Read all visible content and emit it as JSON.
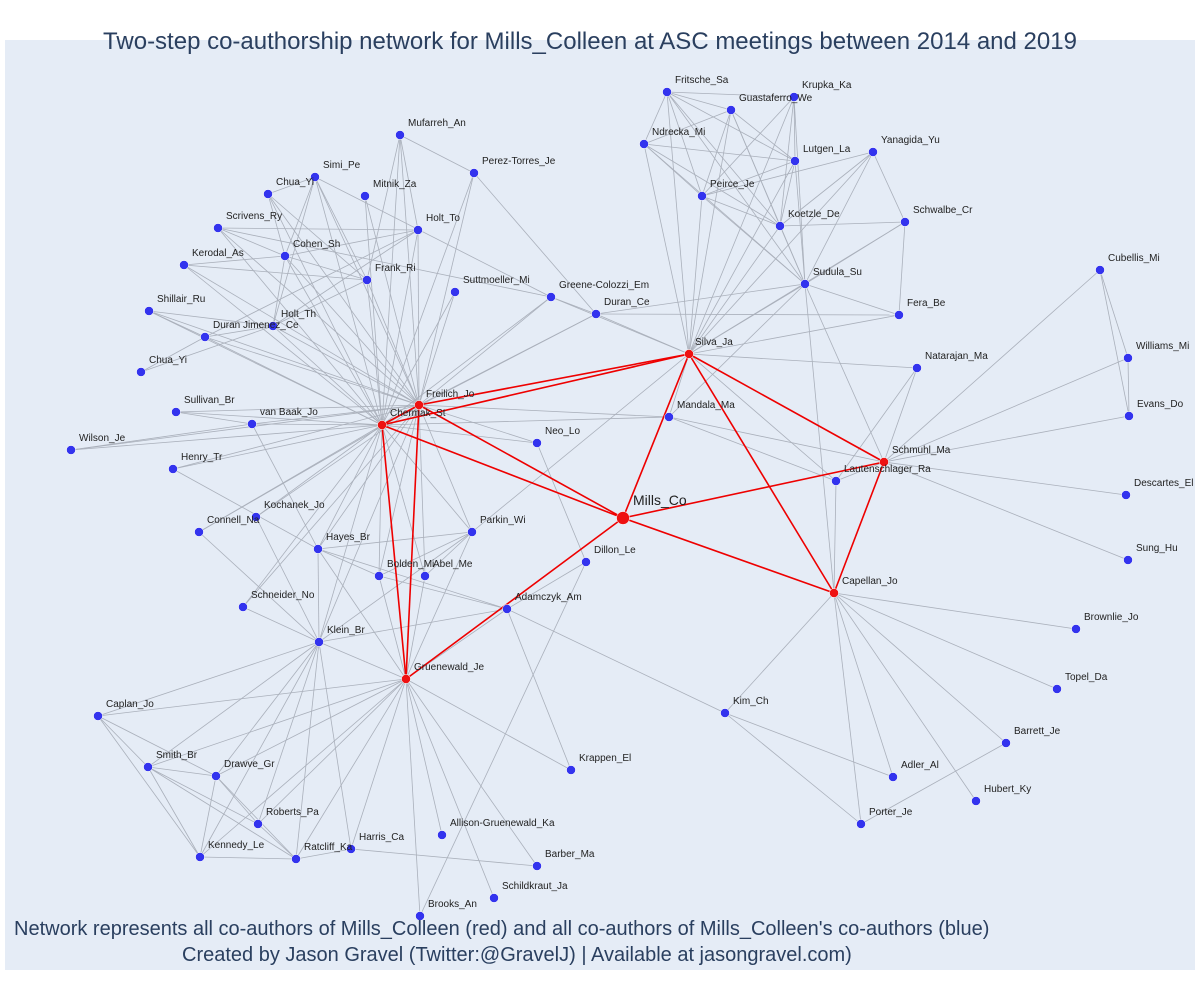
{
  "title": "Two-step co-authorship network for Mills_Colleen at ASC meetings between 2014 and 2019",
  "footer": {
    "line1": "Network represents all co-authors of Mills_Colleen (red) and all co-authors of Mills_Colleen's co-authors (blue)",
    "line2": "Created by Jason Gravel (Twitter:@GravelJ) | Available at jasongravel.com)"
  },
  "colors": {
    "background": "#e5ecf6",
    "red_node": "#ee1111",
    "blue_node": "#3333ee",
    "red_edge": "#ee0000",
    "gray_edge": "#aab0bb",
    "text": "#2a3f5f"
  },
  "network": {
    "center": "Mills_Co",
    "red_nodes": [
      "Chermak_St",
      "Freilich_Jo",
      "Silva_Ja",
      "Schmuhl_Ma",
      "Capellan_Jo",
      "Gruenewald_Je"
    ],
    "red_edges": [
      [
        "Mills_Co",
        "Chermak_St"
      ],
      [
        "Mills_Co",
        "Freilich_Jo"
      ],
      [
        "Mills_Co",
        "Silva_Ja"
      ],
      [
        "Mills_Co",
        "Schmuhl_Ma"
      ],
      [
        "Mills_Co",
        "Capellan_Jo"
      ],
      [
        "Mills_Co",
        "Gruenewald_Je"
      ],
      [
        "Chermak_St",
        "Freilich_Jo"
      ],
      [
        "Chermak_St",
        "Silva_Ja"
      ],
      [
        "Freilich_Jo",
        "Silva_Ja"
      ],
      [
        "Chermak_St",
        "Gruenewald_Je"
      ],
      [
        "Freilich_Jo",
        "Gruenewald_Je"
      ],
      [
        "Silva_Ja",
        "Schmuhl_Ma"
      ],
      [
        "Silva_Ja",
        "Capellan_Jo"
      ],
      [
        "Schmuhl_Ma",
        "Capellan_Jo"
      ]
    ],
    "groups": [
      {
        "hubs": [
          "Chermak_St",
          "Freilich_Jo"
        ],
        "members": [
          "Mufarreh_An",
          "Perez-Torres_Je",
          "Simi_Pe",
          "Chua_Yi",
          "Mitnik_Za",
          "Holt_To",
          "Scrivens_Ry",
          "Cohen_Sh",
          "Kerodal_As",
          "Frank_Ri",
          "Suttmoeller_Mi",
          "Shillair_Ru",
          "Holt_Th",
          "Duran Jimenez_Ce",
          "Chua_Yi",
          "Sullivan_Br",
          "van Baak_Jo",
          "Wilson_Je",
          "Henry_Tr",
          "Kochanek_Jo",
          "Connell_Na",
          "Hayes_Br",
          "Bolden_Mi",
          "Abel_Me",
          "Parkin_Wi",
          "Schneider_No",
          "Klein_Br",
          "Neo_Lo",
          "Mandala_Ma",
          "Greene-Colozzi_Em",
          "Duran_Ce"
        ]
      },
      {
        "hubs": [
          "Silva_Ja"
        ],
        "members": [
          "Fritsche_Sa",
          "Guastaferro_We",
          "Krupka_Ka",
          "Ndrecka_Mi",
          "Lutgen_La",
          "Yanagida_Yu",
          "Peirce_Je",
          "Koetzle_De",
          "Schwalbe_Cr",
          "Sudula_Su",
          "Fera_Be",
          "Greene-Colozzi_Em",
          "Duran_Ce",
          "Mandala_Ma",
          "Natarajan_Ma",
          "Lautenschlager_Ra",
          "Parkin_Wi"
        ]
      },
      {
        "hubs": [
          "Schmuhl_Ma"
        ],
        "members": [
          "Cubellis_Mi",
          "Williams_Mi",
          "Evans_Do",
          "Descartes_El",
          "Sung_Hu",
          "Natarajan_Ma",
          "Lautenschlager_Ra",
          "Mandala_Ma",
          "Sudula_Su"
        ]
      },
      {
        "hubs": [
          "Capellan_Jo"
        ],
        "members": [
          "Brownlie_Jo",
          "Topel_Da",
          "Barrett_Je",
          "Hubert_Ky",
          "Adler_Al",
          "Porter_Je",
          "Kim_Ch",
          "Lautenschlager_Ra",
          "Sudula_Su"
        ]
      },
      {
        "hubs": [
          "Gruenewald_Je"
        ],
        "members": [
          "Caplan_Jo",
          "Smith_Br",
          "Drawve_Gr",
          "Roberts_Pa",
          "Kennedy_Le",
          "Ratcliff_Ka",
          "Harris_Ca",
          "Allison-Gruenewald_Ka",
          "Barber_Ma",
          "Schildkraut_Ja",
          "Brooks_An",
          "Krappen_El",
          "Klein_Br",
          "Hayes_Br",
          "Bolden_Mi",
          "Abel_Me",
          "Adamczyk_Am",
          "Parkin_Wi"
        ]
      }
    ],
    "extra_edges": [
      [
        "Fritsche_Sa",
        "Guastaferro_We"
      ],
      [
        "Fritsche_Sa",
        "Krupka_Ka"
      ],
      [
        "Fritsche_Sa",
        "Ndrecka_Mi"
      ],
      [
        "Fritsche_Sa",
        "Lutgen_La"
      ],
      [
        "Fritsche_Sa",
        "Peirce_Je"
      ],
      [
        "Fritsche_Sa",
        "Koetzle_De"
      ],
      [
        "Fritsche_Sa",
        "Sudula_Su"
      ],
      [
        "Guastaferro_We",
        "Ndrecka_Mi"
      ],
      [
        "Guastaferro_We",
        "Lutgen_La"
      ],
      [
        "Guastaferro_We",
        "Peirce_Je"
      ],
      [
        "Guastaferro_We",
        "Koetzle_De"
      ],
      [
        "Guastaferro_We",
        "Sudula_Su"
      ],
      [
        "Krupka_Ka",
        "Lutgen_La"
      ],
      [
        "Krupka_Ka",
        "Koetzle_De"
      ],
      [
        "Krupka_Ka",
        "Sudula_Su"
      ],
      [
        "Krupka_Ka",
        "Peirce_Je"
      ],
      [
        "Ndrecka_Mi",
        "Peirce_Je"
      ],
      [
        "Ndrecka_Mi",
        "Koetzle_De"
      ],
      [
        "Ndrecka_Mi",
        "Sudula_Su"
      ],
      [
        "Ndrecka_Mi",
        "Lutgen_La"
      ],
      [
        "Lutgen_La",
        "Peirce_Je"
      ],
      [
        "Lutgen_La",
        "Koetzle_De"
      ],
      [
        "Lutgen_La",
        "Sudula_Su"
      ],
      [
        "Yanagida_Yu",
        "Koetzle_De"
      ],
      [
        "Yanagida_Yu",
        "Sudula_Su"
      ],
      [
        "Yanagida_Yu",
        "Schwalbe_Cr"
      ],
      [
        "Yanagida_Yu",
        "Peirce_Je"
      ],
      [
        "Peirce_Je",
        "Koetzle_De"
      ],
      [
        "Peirce_Je",
        "Sudula_Su"
      ],
      [
        "Koetzle_De",
        "Sudula_Su"
      ],
      [
        "Koetzle_De",
        "Schwalbe_Cr"
      ],
      [
        "Schwalbe_Cr",
        "Sudula_Su"
      ],
      [
        "Schwalbe_Cr",
        "Fera_Be"
      ],
      [
        "Sudula_Su",
        "Fera_Be"
      ],
      [
        "Sudula_Su",
        "Duran_Ce"
      ],
      [
        "Duran_Ce",
        "Fera_Be"
      ],
      [
        "Cubellis_Mi",
        "Williams_Mi"
      ],
      [
        "Cubellis_Mi",
        "Evans_Do"
      ],
      [
        "Williams_Mi",
        "Evans_Do"
      ],
      [
        "Caplan_Jo",
        "Smith_Br"
      ],
      [
        "Caplan_Jo",
        "Drawve_Gr"
      ],
      [
        "Caplan_Jo",
        "Kennedy_Le"
      ],
      [
        "Smith_Br",
        "Drawve_Gr"
      ],
      [
        "Smith_Br",
        "Roberts_Pa"
      ],
      [
        "Smith_Br",
        "Kennedy_Le"
      ],
      [
        "Smith_Br",
        "Ratcliff_Ka"
      ],
      [
        "Drawve_Gr",
        "Roberts_Pa"
      ],
      [
        "Drawve_Gr",
        "Kennedy_Le"
      ],
      [
        "Drawve_Gr",
        "Ratcliff_Ka"
      ],
      [
        "Roberts_Pa",
        "Ratcliff_Ka"
      ],
      [
        "Kennedy_Le",
        "Ratcliff_Ka"
      ],
      [
        "Klein_Br",
        "Caplan_Jo"
      ],
      [
        "Klein_Br",
        "Smith_Br"
      ],
      [
        "Klein_Br",
        "Drawve_Gr"
      ],
      [
        "Klein_Br",
        "Roberts_Pa"
      ],
      [
        "Klein_Br",
        "Kennedy_Le"
      ],
      [
        "Klein_Br",
        "Ratcliff_Ka"
      ],
      [
        "Klein_Br",
        "Harris_Ca"
      ],
      [
        "Klein_Br",
        "Schneider_No"
      ],
      [
        "Klein_Br",
        "Hayes_Br"
      ],
      [
        "Klein_Br",
        "Connell_Na"
      ],
      [
        "Klein_Br",
        "Kochanek_Jo"
      ],
      [
        "Klein_Br",
        "Adamczyk_Am"
      ],
      [
        "Klein_Br",
        "Parkin_Wi"
      ],
      [
        "Harris_Ca",
        "Barber_Ma"
      ],
      [
        "Ratcliff_Ka",
        "Harris_Ca"
      ],
      [
        "Adamczyk_Am",
        "Kim_Ch"
      ],
      [
        "Adamczyk_Am",
        "Krappen_El"
      ],
      [
        "Adamczyk_Am",
        "Dillon_Le"
      ],
      [
        "Adamczyk_Am",
        "Hayes_Br"
      ],
      [
        "Adamczyk_Am",
        "Bolden_Mi"
      ],
      [
        "Dillon_Le",
        "Neo_Lo"
      ],
      [
        "Dillon_Le",
        "Brooks_An"
      ],
      [
        "Kim_Ch",
        "Porter_Je"
      ],
      [
        "Kim_Ch",
        "Adler_Al"
      ],
      [
        "Porter_Je",
        "Barrett_Je"
      ],
      [
        "Hayes_Br",
        "Henry_Tr"
      ],
      [
        "Hayes_Br",
        "Bolden_Mi"
      ],
      [
        "Parkin_Wi",
        "Bolden_Mi"
      ],
      [
        "Parkin_Wi",
        "Abel_Me"
      ],
      [
        "Parkin_Wi",
        "Hayes_Br"
      ],
      [
        "Mufarreh_An",
        "Perez-Torres_Je"
      ],
      [
        "Mufarreh_An",
        "Frank_Ri"
      ],
      [
        "Mufarreh_An",
        "Holt_To"
      ],
      [
        "Perez-Torres_Je",
        "Duran_Ce"
      ],
      [
        "Greene-Colozzi_Em",
        "Duran_Ce"
      ],
      [
        "Greene-Colozzi_Em",
        "Simi_Pe"
      ],
      [
        "Greene-Colozzi_Em",
        "Scrivens_Ry"
      ],
      [
        "Duran_Ce",
        "Silva_Ja"
      ],
      [
        "Simi_Pe",
        "Chua_Yi"
      ],
      [
        "Simi_Pe",
        "Cohen_Sh"
      ],
      [
        "Simi_Pe",
        "Holt_Th"
      ],
      [
        "Simi_Pe",
        "Frank_Ri"
      ],
      [
        "Chua_Yi",
        "Cohen_Sh"
      ],
      [
        "Chua_Yi",
        "Frank_Ri"
      ],
      [
        "Scrivens_Ry",
        "Cohen_Sh"
      ],
      [
        "Scrivens_Ry",
        "Holt_To"
      ],
      [
        "Cohen_Sh",
        "Holt_To"
      ],
      [
        "Cohen_Sh",
        "Kerodal_As"
      ],
      [
        "Cohen_Sh",
        "Holt_Th"
      ],
      [
        "Cohen_Sh",
        "Frank_Ri"
      ],
      [
        "Kerodal_As",
        "Frank_Ri"
      ],
      [
        "Frank_Ri",
        "Holt_Th"
      ],
      [
        "Holt_To",
        "Holt_Th"
      ],
      [
        "Holt_To",
        "Duran Jimenez_Ce"
      ],
      [
        "Shillair_Ru",
        "Holt_Th"
      ],
      [
        "Shillair_Ru",
        "Duran Jimenez_Ce"
      ],
      [
        "Holt_Th",
        "Duran Jimenez_Ce"
      ],
      [
        "Holt_Th",
        "Chua_Yi2"
      ],
      [
        "Duran Jimenez_Ce",
        "Chua_Yi2"
      ],
      [
        "Sullivan_Br",
        "van Baak_Jo"
      ],
      [
        "Wilson_Je",
        "van Baak_Jo"
      ],
      [
        "van Baak_Jo",
        "Hayes_Br"
      ],
      [
        "Mandala_Ma",
        "Lautenschlager_Ra"
      ],
      [
        "Mandala_Ma",
        "Sudula_Su"
      ],
      [
        "Natarajan_Ma",
        "Lautenschlager_Ra"
      ],
      [
        "Lautenschlager_Ra",
        "Capellan_Jo"
      ]
    ],
    "nodes": [
      {
        "id": "Mills_Co",
        "label": "Mills_Co",
        "type": "center"
      },
      {
        "id": "Chermak_St",
        "label": "Chermak_St",
        "type": "red"
      },
      {
        "id": "Freilich_Jo",
        "label": "Freilich_Jo",
        "type": "red"
      },
      {
        "id": "Silva_Ja",
        "label": "Silva_Ja",
        "type": "red"
      },
      {
        "id": "Schmuhl_Ma",
        "label": "Schmuhl_Ma",
        "type": "red"
      },
      {
        "id": "Capellan_Jo",
        "label": "Capellan_Jo",
        "type": "red"
      },
      {
        "id": "Gruenewald_Je",
        "label": "Gruenewald_Je",
        "type": "red"
      },
      {
        "id": "Fritsche_Sa",
        "label": "Fritsche_Sa",
        "type": "blue"
      },
      {
        "id": "Guastaferro_We",
        "label": "Guastaferro_We",
        "type": "blue"
      },
      {
        "id": "Krupka_Ka",
        "label": "Krupka_Ka",
        "type": "blue"
      },
      {
        "id": "Ndrecka_Mi",
        "label": "Ndrecka_Mi",
        "type": "blue"
      },
      {
        "id": "Lutgen_La",
        "label": "Lutgen_La",
        "type": "blue"
      },
      {
        "id": "Yanagida_Yu",
        "label": "Yanagida_Yu",
        "type": "blue"
      },
      {
        "id": "Peirce_Je",
        "label": "Peirce_Je",
        "type": "blue"
      },
      {
        "id": "Koetzle_De",
        "label": "Koetzle_De",
        "type": "blue"
      },
      {
        "id": "Schwalbe_Cr",
        "label": "Schwalbe_Cr",
        "type": "blue"
      },
      {
        "id": "Sudula_Su",
        "label": "Sudula_Su",
        "type": "blue"
      },
      {
        "id": "Fera_Be",
        "label": "Fera_Be",
        "type": "blue"
      },
      {
        "id": "Cubellis_Mi",
        "label": "Cubellis_Mi",
        "type": "blue"
      },
      {
        "id": "Williams_Mi",
        "label": "Williams_Mi",
        "type": "blue"
      },
      {
        "id": "Evans_Do",
        "label": "Evans_Do",
        "type": "blue"
      },
      {
        "id": "Descartes_El",
        "label": "Descartes_El",
        "type": "blue"
      },
      {
        "id": "Sung_Hu",
        "label": "Sung_Hu",
        "type": "blue"
      },
      {
        "id": "Natarajan_Ma",
        "label": "Natarajan_Ma",
        "type": "blue"
      },
      {
        "id": "Lautenschlager_Ra",
        "label": "Lautenschlager_Ra",
        "type": "blue"
      },
      {
        "id": "Mandala_Ma",
        "label": "Mandala_Ma",
        "type": "blue"
      },
      {
        "id": "Greene-Colozzi_Em",
        "label": "Greene-Colozzi_Em",
        "type": "blue"
      },
      {
        "id": "Duran_Ce",
        "label": "Duran_Ce",
        "type": "blue"
      },
      {
        "id": "Mufarreh_An",
        "label": "Mufarreh_An",
        "type": "blue"
      },
      {
        "id": "Perez-Torres_Je",
        "label": "Perez-Torres_Je",
        "type": "blue"
      },
      {
        "id": "Simi_Pe",
        "label": "Simi_Pe",
        "type": "blue"
      },
      {
        "id": "Chua_Yi",
        "label": "Chua_Yi",
        "type": "blue"
      },
      {
        "id": "Mitnik_Za",
        "label": "Mitnik_Za",
        "type": "blue"
      },
      {
        "id": "Holt_To",
        "label": "Holt_To",
        "type": "blue"
      },
      {
        "id": "Scrivens_Ry",
        "label": "Scrivens_Ry",
        "type": "blue"
      },
      {
        "id": "Cohen_Sh",
        "label": "Cohen_Sh",
        "type": "blue"
      },
      {
        "id": "Kerodal_As",
        "label": "Kerodal_As",
        "type": "blue"
      },
      {
        "id": "Frank_Ri",
        "label": "Frank_Ri",
        "type": "blue"
      },
      {
        "id": "Suttmoeller_Mi",
        "label": "Suttmoeller_Mi",
        "type": "blue"
      },
      {
        "id": "Shillair_Ru",
        "label": "Shillair_Ru",
        "type": "blue"
      },
      {
        "id": "Holt_Th",
        "label": "Holt_Th",
        "type": "blue"
      },
      {
        "id": "Duran Jimenez_Ce",
        "label": "Duran Jimenez_Ce",
        "type": "blue"
      },
      {
        "id": "Chua_Yi2",
        "label": "Chua_Yi",
        "type": "blue"
      },
      {
        "id": "Sullivan_Br",
        "label": "Sullivan_Br",
        "type": "blue"
      },
      {
        "id": "van Baak_Jo",
        "label": "van Baak_Jo",
        "type": "blue"
      },
      {
        "id": "Wilson_Je",
        "label": "Wilson_Je",
        "type": "blue"
      },
      {
        "id": "Henry_Tr",
        "label": "Henry_Tr",
        "type": "blue"
      },
      {
        "id": "Neo_Lo",
        "label": "Neo_Lo",
        "type": "blue"
      },
      {
        "id": "Kochanek_Jo",
        "label": "Kochanek_Jo",
        "type": "blue"
      },
      {
        "id": "Connell_Na",
        "label": "Connell_Na",
        "type": "blue"
      },
      {
        "id": "Parkin_Wi",
        "label": "Parkin_Wi",
        "type": "blue"
      },
      {
        "id": "Hayes_Br",
        "label": "Hayes_Br",
        "type": "blue"
      },
      {
        "id": "Dillon_Le",
        "label": "Dillon_Le",
        "type": "blue"
      },
      {
        "id": "Bolden_Mi",
        "label": "Bolden_Mi",
        "type": "blue"
      },
      {
        "id": "Abel_Me",
        "label": "Abel_Me",
        "type": "blue"
      },
      {
        "id": "Schneider_No",
        "label": "Schneider_No",
        "type": "blue"
      },
      {
        "id": "Adamczyk_Am",
        "label": "Adamczyk_Am",
        "type": "blue"
      },
      {
        "id": "Klein_Br",
        "label": "Klein_Br",
        "type": "blue"
      },
      {
        "id": "Caplan_Jo",
        "label": "Caplan_Jo",
        "type": "blue"
      },
      {
        "id": "Smith_Br",
        "label": "Smith_Br",
        "type": "blue"
      },
      {
        "id": "Drawve_Gr",
        "label": "Drawve_Gr",
        "type": "blue"
      },
      {
        "id": "Roberts_Pa",
        "label": "Roberts_Pa",
        "type": "blue"
      },
      {
        "id": "Kennedy_Le",
        "label": "Kennedy_Le",
        "type": "blue"
      },
      {
        "id": "Ratcliff_Ka",
        "label": "Ratcliff_Ka",
        "type": "blue"
      },
      {
        "id": "Harris_Ca",
        "label": "Harris_Ca",
        "type": "blue"
      },
      {
        "id": "Allison-Gruenewald_Ka",
        "label": "Allison-Gruenewald_Ka",
        "type": "blue"
      },
      {
        "id": "Barber_Ma",
        "label": "Barber_Ma",
        "type": "blue"
      },
      {
        "id": "Schildkraut_Ja",
        "label": "Schildkraut_Ja",
        "type": "blue"
      },
      {
        "id": "Brooks_An",
        "label": "Brooks_An",
        "type": "blue"
      },
      {
        "id": "Krappen_El",
        "label": "Krappen_El",
        "type": "blue"
      },
      {
        "id": "Kim_Ch",
        "label": "Kim_Ch",
        "type": "blue"
      },
      {
        "id": "Brownlie_Jo",
        "label": "Brownlie_Jo",
        "type": "blue"
      },
      {
        "id": "Topel_Da",
        "label": "Topel_Da",
        "type": "blue"
      },
      {
        "id": "Barrett_Je",
        "label": "Barrett_Je",
        "type": "blue"
      },
      {
        "id": "Hubert_Ky",
        "label": "Hubert_Ky",
        "type": "blue"
      },
      {
        "id": "Adler_Al",
        "label": "Adler_Al",
        "type": "blue"
      },
      {
        "id": "Porter_Je",
        "label": "Porter_Je",
        "type": "blue"
      }
    ]
  }
}
